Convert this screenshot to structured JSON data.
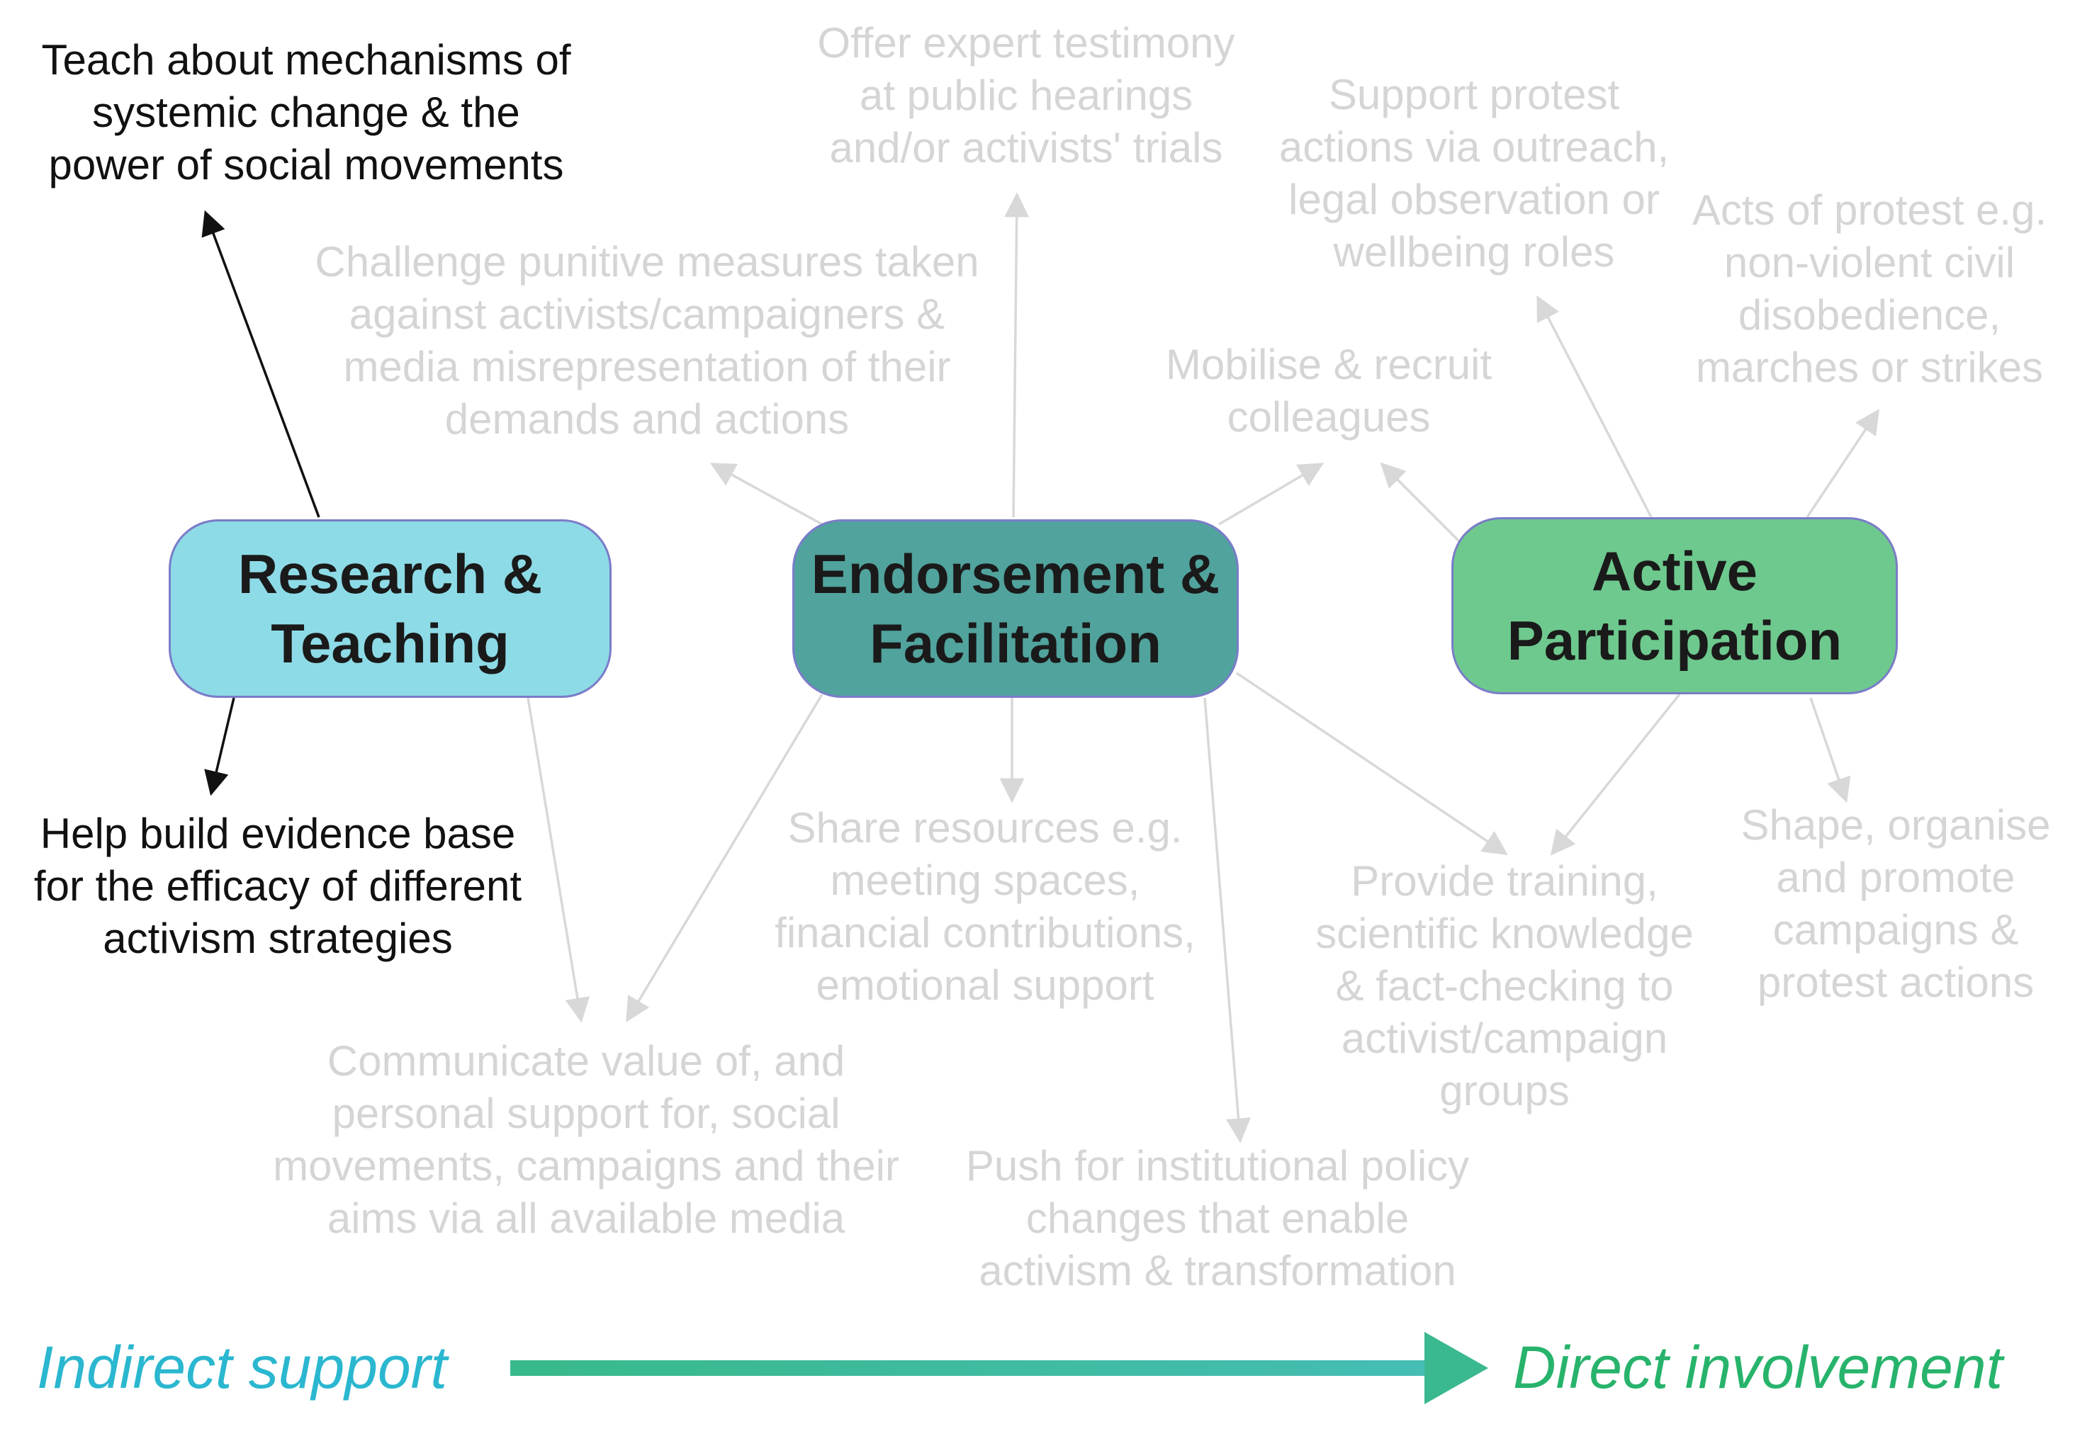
{
  "colors": {
    "research_box": "#8ddbe6",
    "endorsement_box": "#51a39d",
    "active_box": "#6ec98e",
    "box_border": "#7a7cc8",
    "faded_text": "#d5d5d5",
    "dark_text": "#111111",
    "indirect_label": "#2ab7cf",
    "direct_label": "#27b36b",
    "scale_arrow_start": "#38b98a",
    "scale_arrow_end": "#45bdb5"
  },
  "categories": {
    "research": "Research & Teaching",
    "endorsement": "Endorsement & Facilitation",
    "active": "Active Participation"
  },
  "actions": {
    "teach_mechanisms": "Teach about mechanisms of systemic change & the power of social movements",
    "evidence_base": "Help build evidence base for the efficacy of different activism strategies",
    "expert_testimony": "Offer expert testimony at public hearings and/or activists' trials",
    "challenge_punitive": "Challenge punitive measures taken against activists/campaigners & media misrepresentation of their demands and actions",
    "support_protest": "Support protest actions via outreach, legal observation or wellbeing roles",
    "acts_of_protest": "Acts of protest e.g. non-violent civil disobedience, marches or strikes",
    "mobilise": "Mobilise & recruit colleagues",
    "share_resources": "Share resources e.g. meeting spaces, financial contributions, emotional support",
    "communicate_value": "Communicate value of, and personal support for, social movements, campaigns and their aims via all available media",
    "push_policy": "Push for institutional policy changes that enable activism & transformation",
    "provide_training": "Provide training, scientific knowledge & fact-checking to activist/campaign groups",
    "shape_campaigns": "Shape, organise and promote campaigns & protest actions"
  },
  "scale": {
    "indirect": "Indirect support",
    "direct": "Direct involvement"
  }
}
